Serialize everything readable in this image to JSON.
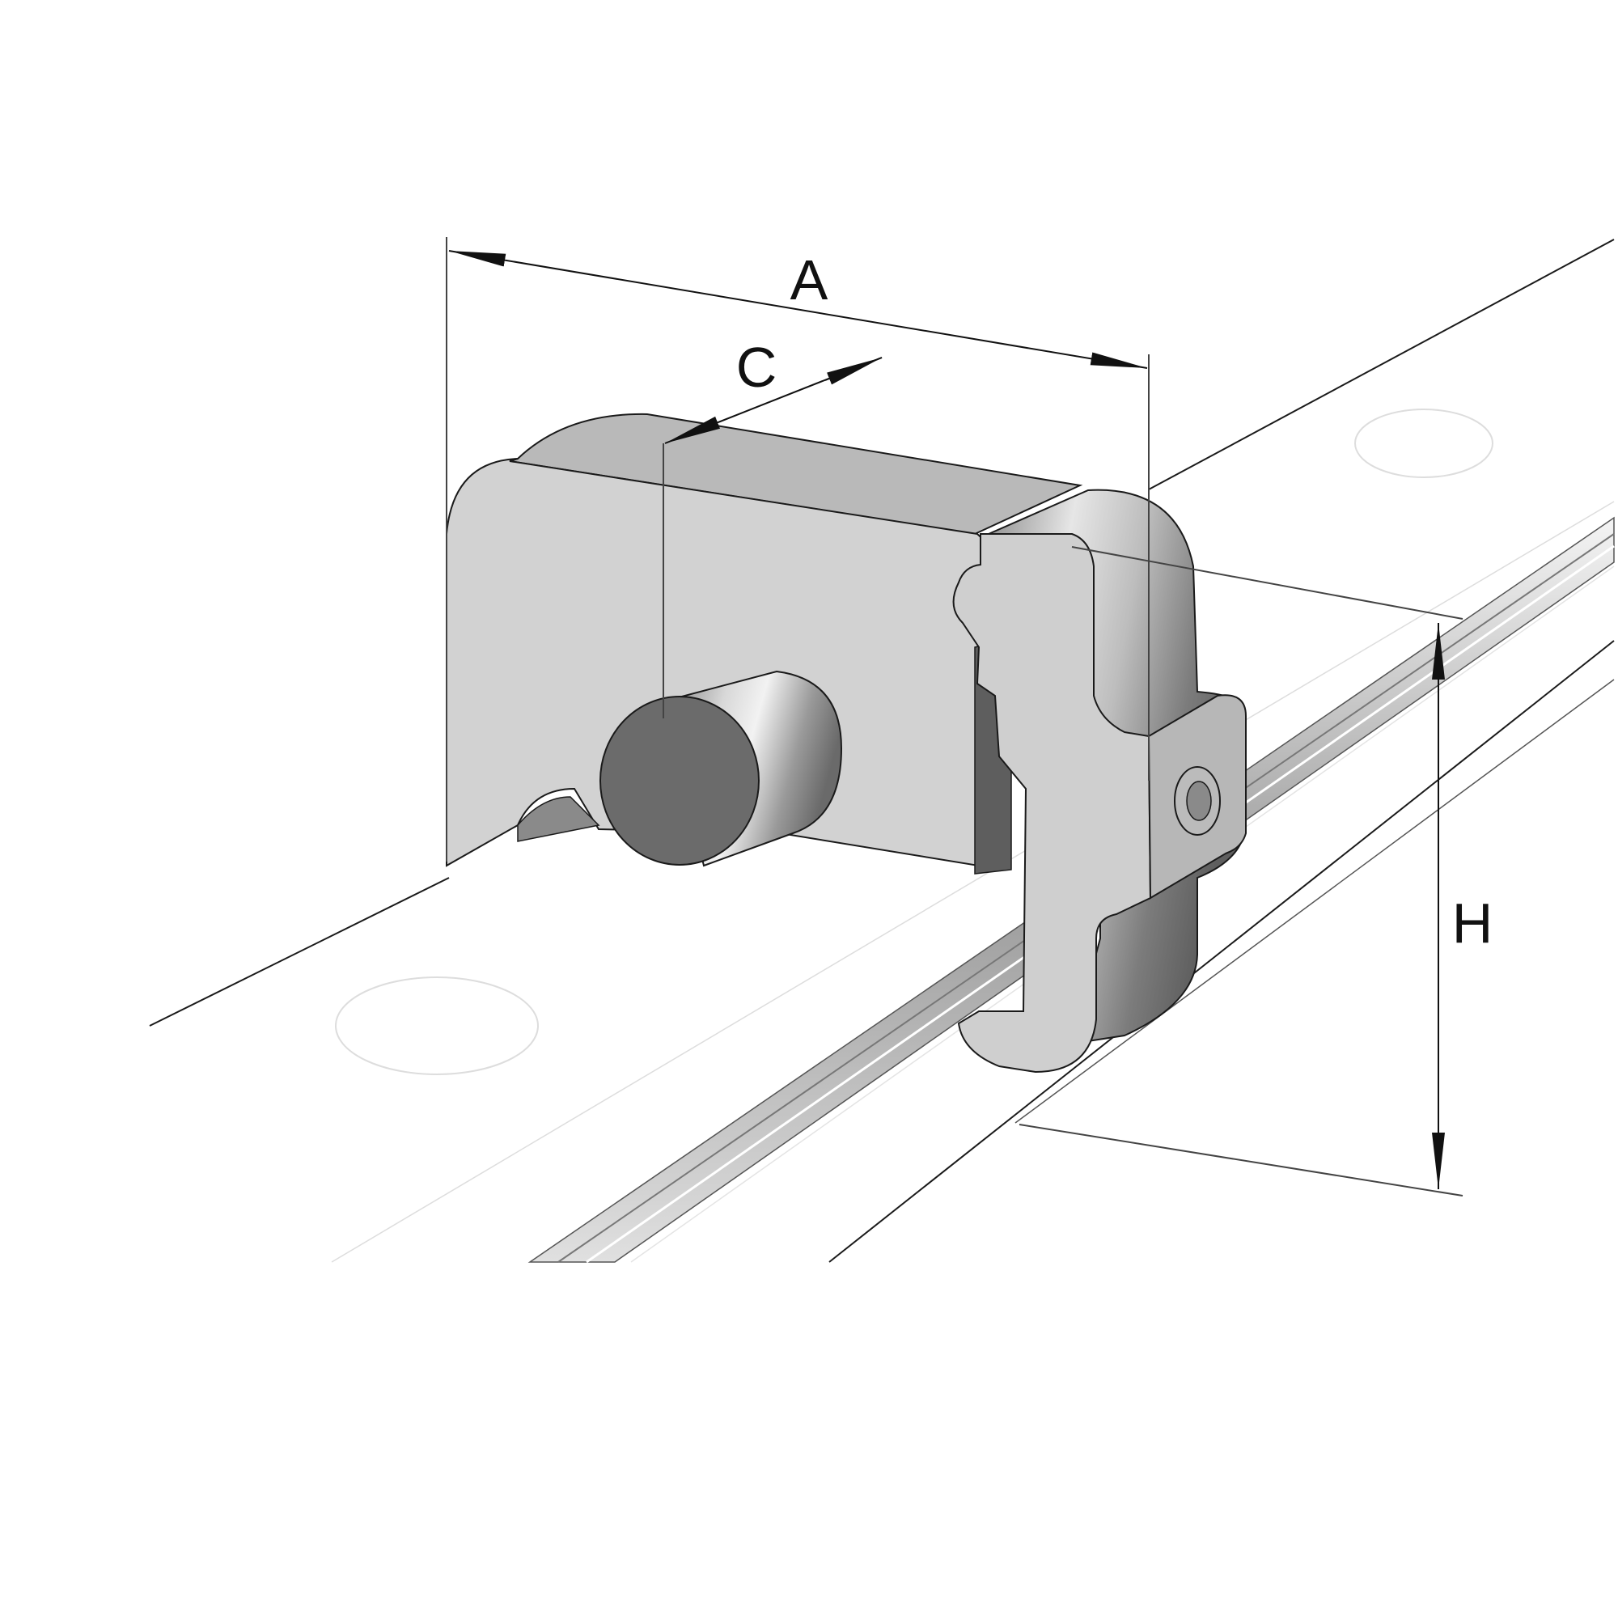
{
  "dimensions": {
    "a_label": "A",
    "c_label": "C",
    "h_label": "H"
  },
  "colors": {
    "line": "#1a1a1a",
    "thin_line": "#444444",
    "body_light": "#cfcfcf",
    "body_mid": "#a9a9a9",
    "body_dark": "#6e6e6e",
    "cylinder_face": "#6b6b6b"
  }
}
